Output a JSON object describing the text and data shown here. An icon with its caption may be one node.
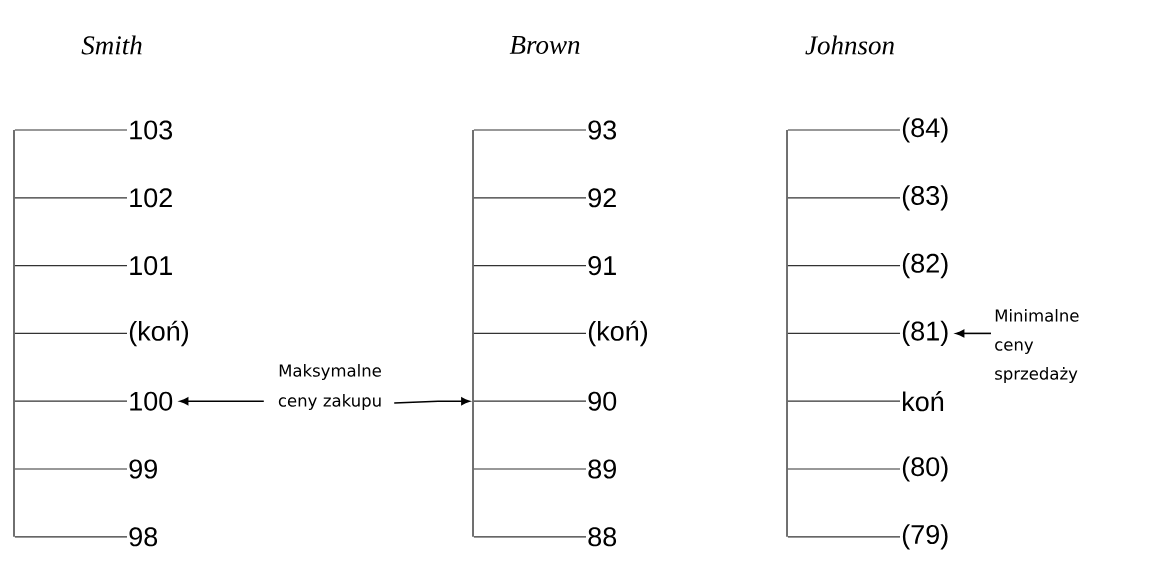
{
  "diagram": {
    "nodes": [
      {
        "text": [
          "103"
        ]
      },
      {
        "text": [
          "102"
        ]
      },
      {
        "text": [
          "101"
        ]
      },
      {
        "text": [
          "(koń)"
        ]
      },
      {
        "text": [
          "100"
        ]
      },
      {
        "text": [
          "99"
        ]
      },
      {
        "text": [
          "98"
        ]
      },
      {
        "text": [
          "93"
        ]
      },
      {
        "text": [
          "92"
        ]
      },
      {
        "text": [
          "91"
        ]
      },
      {
        "text": [
          "(koń)"
        ]
      },
      {
        "text": [
          "90"
        ]
      },
      {
        "text": [
          "89"
        ]
      },
      {
        "text": [
          "88"
        ]
      },
      {
        "text": [
          "(84)"
        ]
      },
      {
        "text": [
          "(83)"
        ]
      },
      {
        "text": [
          "(82)"
        ]
      },
      {
        "text": [
          "(81)"
        ]
      },
      {
        "text": [
          "koń"
        ]
      },
      {
        "text": [
          "(80)"
        ]
      },
      {
        "text": [
          "(79)"
        ]
      },
      {
        "text": [
          "Maksymalne ceny zakupu"
        ]
      },
      {
        "text": [
          "Minimalne ceny sprzedaży"
        ]
      },
      {
        "text": [],
        "shape": "bar"
      },
      {
        "text": [],
        "shape": "bar"
      },
      {
        "text": [],
        "shape": "bar"
      }
    ],
    "edges": [
      {
        "from": 21,
        "to": 4,
        "arrow": "to"
      },
      {
        "from": 21,
        "to": 24,
        "arrow": "to"
      },
      {
        "from": 22,
        "to": 17,
        "arrow": "to"
      },
      {
        "from": 23,
        "to": 0,
        "arrow": "none"
      },
      {
        "from": 23,
        "to": 1,
        "arrow": "none"
      },
      {
        "from": 23,
        "to": 2,
        "arrow": "none"
      },
      {
        "from": 23,
        "to": 3,
        "arrow": "none"
      },
      {
        "from": 23,
        "to": 4,
        "arrow": "none"
      },
      {
        "from": 23,
        "to": 5,
        "arrow": "none"
      },
      {
        "from": 23,
        "to": 6,
        "arrow": "none"
      },
      {
        "from": 24,
        "to": 7,
        "arrow": "none"
      },
      {
        "from": 24,
        "to": 8,
        "arrow": "none"
      },
      {
        "from": 24,
        "to": 9,
        "arrow": "none"
      },
      {
        "from": 24,
        "to": 10,
        "arrow": "none"
      },
      {
        "from": 24,
        "to": 11,
        "arrow": "none"
      },
      {
        "from": 24,
        "to": 12,
        "arrow": "none"
      },
      {
        "from": 24,
        "to": 13,
        "arrow": "none"
      },
      {
        "from": 25,
        "to": 14,
        "arrow": "none"
      },
      {
        "from": 25,
        "to": 15,
        "arrow": "none"
      },
      {
        "from": 25,
        "to": 16,
        "arrow": "none"
      },
      {
        "from": 25,
        "to": 17,
        "arrow": "none"
      },
      {
        "from": 25,
        "to": 18,
        "arrow": "none"
      },
      {
        "from": 25,
        "to": 19,
        "arrow": "none"
      },
      {
        "from": 25,
        "to": 20,
        "arrow": "none"
      }
    ],
    "labels": [
      "Smith",
      "Brown",
      "Johnson"
    ]
  }
}
